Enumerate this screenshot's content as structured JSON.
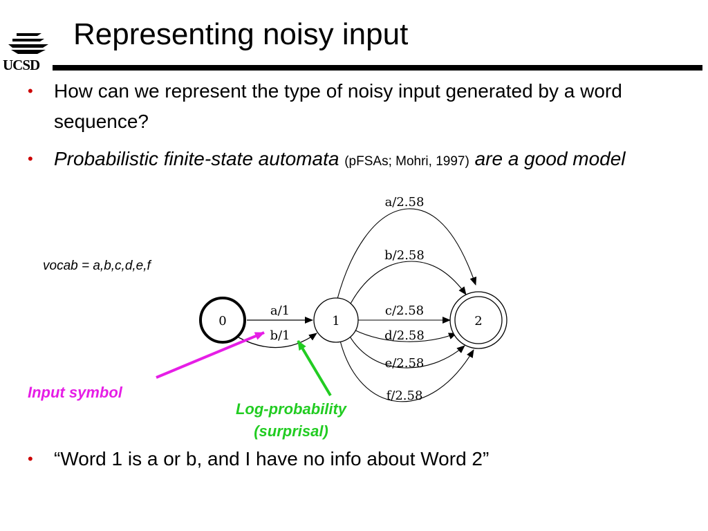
{
  "header": {
    "logo_text": "UCSD",
    "title": "Representing noisy input"
  },
  "bullets": [
    {
      "text": "How can we represent the type of noisy input generated by a word sequence?"
    },
    {
      "emph": "Probabilistic finite-state automata",
      "cite": "(pFSAs; Mohri, 1997)",
      "rest": "are a good model"
    },
    {
      "text": "“Word 1 is a or b, and I have no info about Word 2”"
    }
  ],
  "vocab": "vocab = a,b,c,d,e,f",
  "fsa": {
    "states": [
      "0",
      "1",
      "2"
    ],
    "edges_0_1": [
      "a/1",
      "b/1"
    ],
    "edges_1_2": [
      "a/2.58",
      "b/2.58",
      "c/2.58",
      "d/2.58",
      "e/2.58",
      "f/2.58"
    ]
  },
  "annotations": {
    "input_symbol": "Input symbol",
    "log_prob_line1": "Log-probability",
    "log_prob_line2": "(surprisal)"
  },
  "colors": {
    "bullet": "#cc0000",
    "input_symbol": "#e61ee6",
    "log_prob": "#22cc22"
  }
}
